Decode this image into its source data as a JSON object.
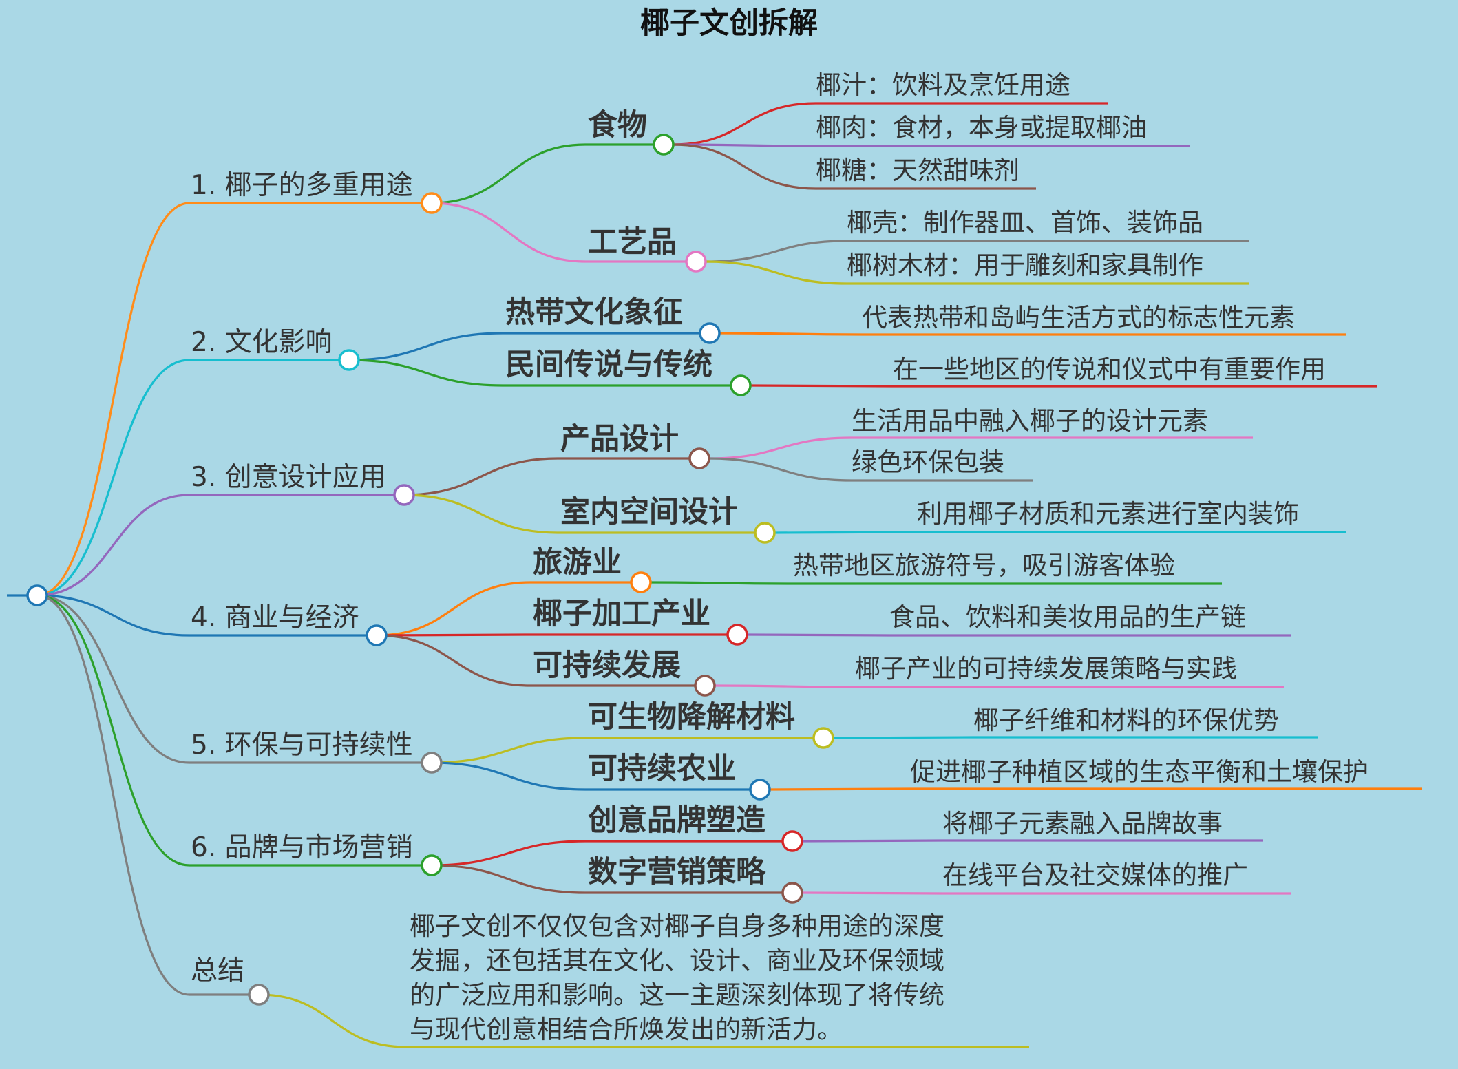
{
  "title": "椰子文创拆解",
  "branches": [
    {
      "label": "1. 椰子的多重用途",
      "color": "#ff8c1a",
      "children": [
        {
          "label": "食物",
          "color": "#2ca02c",
          "children": [
            {
              "label": "椰汁：饮料及烹饪用途",
              "color": "#d62728"
            },
            {
              "label": "椰肉：食材，本身或提取椰油",
              "color": "#9467bd"
            },
            {
              "label": "椰糖：天然甜味剂",
              "color": "#8c564b"
            }
          ]
        },
        {
          "label": "工艺品",
          "color": "#e377c2",
          "children": [
            {
              "label": "椰壳：制作器皿、首饰、装饰品",
              "color": "#7f7f7f"
            },
            {
              "label": "椰树木材：用于雕刻和家具制作",
              "color": "#bcbd22"
            }
          ]
        }
      ]
    },
    {
      "label": "2. 文化影响",
      "color": "#17becf",
      "children": [
        {
          "label": "热带文化象征",
          "color": "#1f77b4",
          "children": [
            {
              "label": "代表热带和岛屿生活方式的标志性元素",
              "color": "#ff7f0e"
            }
          ]
        },
        {
          "label": "民间传说与传统",
          "color": "#2ca02c",
          "children": [
            {
              "label": "在一些地区的传说和仪式中有重要作用",
              "color": "#d62728"
            }
          ]
        }
      ]
    },
    {
      "label": "3. 创意设计应用",
      "color": "#9467bd",
      "children": [
        {
          "label": "产品设计",
          "color": "#8c564b",
          "children": [
            {
              "label": "生活用品中融入椰子的设计元素",
              "color": "#e377c2"
            },
            {
              "label": "绿色环保包装",
              "color": "#7f7f7f"
            }
          ]
        },
        {
          "label": "室内空间设计",
          "color": "#bcbd22",
          "children": [
            {
              "label": "利用椰子材质和元素进行室内装饰",
              "color": "#17becf"
            }
          ]
        }
      ]
    },
    {
      "label": "4. 商业与经济",
      "color": "#1f77b4",
      "children": [
        {
          "label": "旅游业",
          "color": "#ff7f0e",
          "children": [
            {
              "label": "热带地区旅游符号，吸引游客体验",
              "color": "#2ca02c"
            }
          ]
        },
        {
          "label": "椰子加工产业",
          "color": "#d62728",
          "children": [
            {
              "label": "食品、饮料和美妆用品的生产链",
              "color": "#9467bd"
            }
          ]
        },
        {
          "label": "可持续发展",
          "color": "#8c564b",
          "children": [
            {
              "label": "椰子产业的可持续发展策略与实践",
              "color": "#e377c2"
            }
          ]
        }
      ]
    },
    {
      "label": "5. 环保与可持续性",
      "color": "#7f7f7f",
      "children": [
        {
          "label": "可生物降解材料",
          "color": "#bcbd22",
          "children": [
            {
              "label": "椰子纤维和材料的环保优势",
              "color": "#17becf"
            }
          ]
        },
        {
          "label": "可持续农业",
          "color": "#1f77b4",
          "children": [
            {
              "label": "促进椰子种植区域的生态平衡和土壤保护",
              "color": "#ff7f0e"
            }
          ]
        }
      ]
    },
    {
      "label": "6. 品牌与市场营销",
      "color": "#2ca02c",
      "children": [
        {
          "label": "创意品牌塑造",
          "color": "#d62728",
          "children": [
            {
              "label": "将椰子元素融入品牌故事",
              "color": "#9467bd"
            }
          ]
        },
        {
          "label": "数字营销策略",
          "color": "#8c564b",
          "children": [
            {
              "label": "在线平台及社交媒体的推广",
              "color": "#e377c2"
            }
          ]
        }
      ]
    },
    {
      "label": "总结",
      "color": "#7f7f7f",
      "children": [
        {
          "label": "",
          "color": "#bcbd22",
          "lines": [
            "椰子文创不仅仅包含对椰子自身多种用途的深度",
            "发掘，还包括其在文化、设计、商业及环保领域",
            "的广泛应用和影响。这一主题深刻体现了将传统",
            "与现代创意相结合所焕发出的新活力。"
          ]
        }
      ]
    }
  ],
  "root_color": "#1f77b4"
}
